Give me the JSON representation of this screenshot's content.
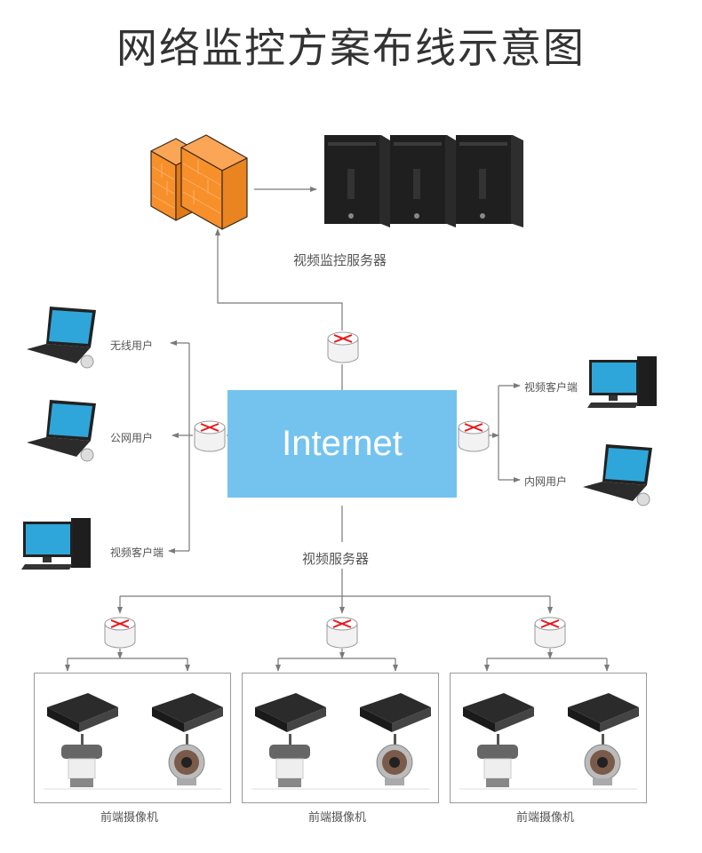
{
  "title": "网络监控方案布线示意图",
  "colors": {
    "internet_fill": "#74c3ef",
    "firewall": "#f7902a",
    "router_arrows": "#e8191c",
    "wire": "#7a7a7a",
    "label": "#555555"
  },
  "top": {
    "firewall_icon": "firewall-icon",
    "servers_label": "视频监控服务器",
    "server_count": 3
  },
  "internet": {
    "label": "Internet"
  },
  "left_clients": [
    {
      "label": "无线用户",
      "icon": "laptop-icon"
    },
    {
      "label": "公网用户",
      "icon": "laptop-icon"
    },
    {
      "label": "视频客户端",
      "icon": "desktop-pc-icon"
    }
  ],
  "right_clients": [
    {
      "label": "视频客户端",
      "icon": "desktop-pc-icon"
    },
    {
      "label": "内网用户",
      "icon": "laptop-icon"
    }
  ],
  "video_server_label": "视频服务器",
  "camera_groups": [
    {
      "label": "前端摄像机",
      "devices": [
        "encoder-box-icon",
        "ptz-camera-icon",
        "encoder-box-icon",
        "ir-camera-icon"
      ]
    },
    {
      "label": "前端摄像机",
      "devices": [
        "encoder-box-icon",
        "ptz-camera-icon",
        "encoder-box-icon",
        "ir-camera-icon"
      ]
    },
    {
      "label": "前端摄像机",
      "devices": [
        "encoder-box-icon",
        "ptz-camera-icon",
        "encoder-box-icon",
        "ir-camera-icon"
      ]
    }
  ]
}
